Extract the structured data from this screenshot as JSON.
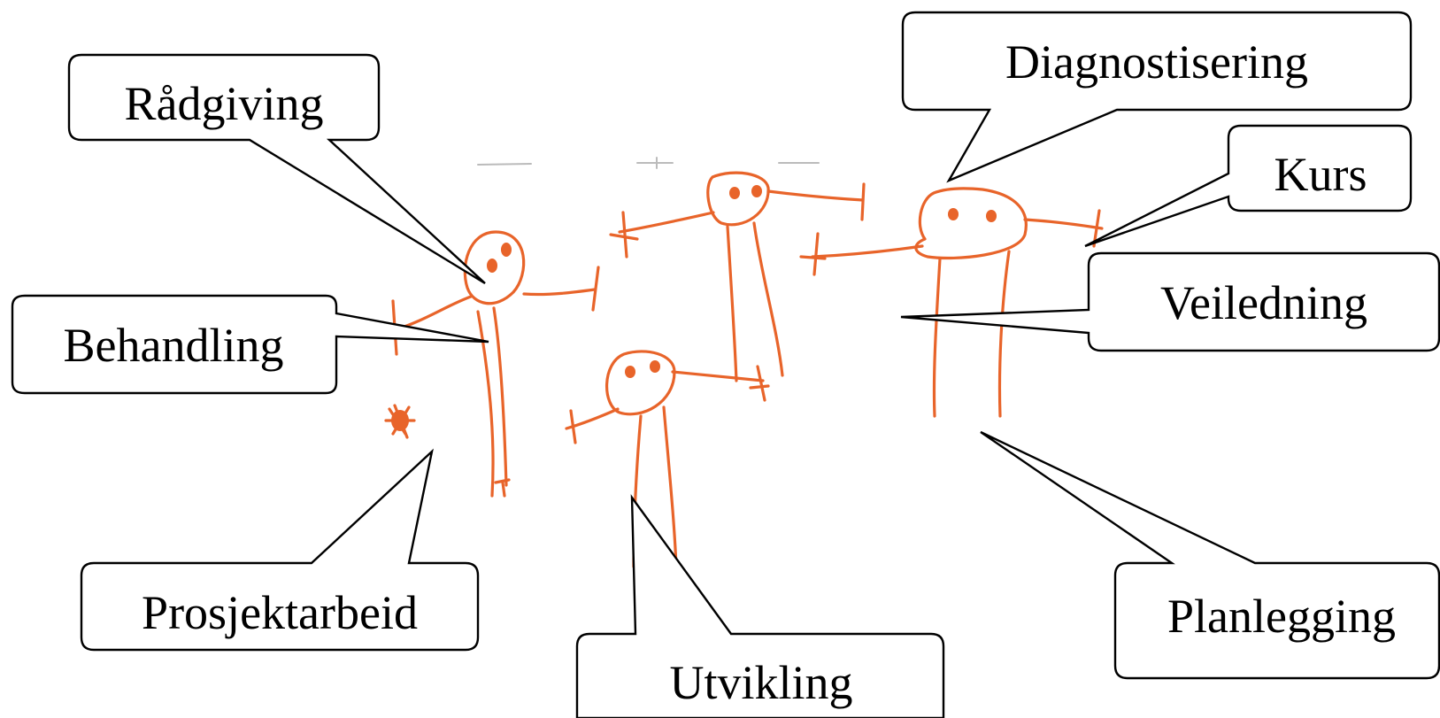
{
  "diagram": {
    "colors": {
      "drawing": "#e8642a",
      "callout_border": "#000000",
      "callout_fill": "#ffffff",
      "text": "#000000"
    },
    "illustration": "child-drawing-of-stick-figures",
    "callouts": {
      "radgiving": "Rådgiving",
      "diagnostisering": "Diagnostisering",
      "kurs": "Kurs",
      "veiledning": "Veiledning",
      "behandling": "Behandling",
      "prosjektarbeid": "Prosjektarbeid",
      "utvikling": "Utvikling",
      "planlegging": "Planlegging"
    }
  }
}
